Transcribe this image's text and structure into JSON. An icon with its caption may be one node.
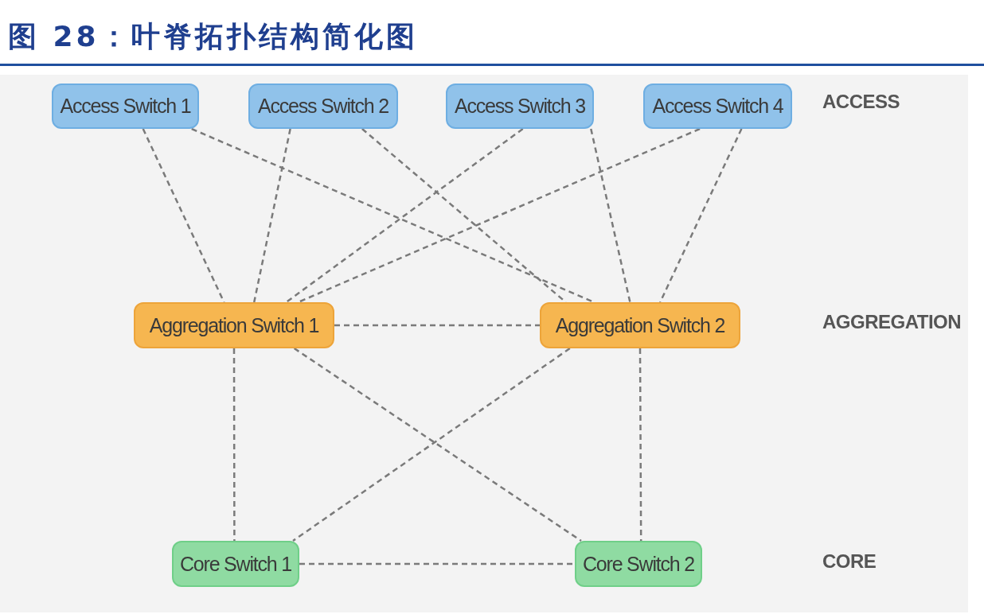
{
  "diagram": {
    "title": "图 28：叶脊拓扑结构简化图",
    "nodes": [
      {
        "text": [
          "Access Switch 1"
        ]
      },
      {
        "text": [
          "Access Switch 2"
        ]
      },
      {
        "text": [
          "Access Switch 3"
        ]
      },
      {
        "text": [
          "Access Switch 4"
        ]
      },
      {
        "text": [
          "Aggregation Switch 1"
        ]
      },
      {
        "text": [
          "Aggregation Switch 2"
        ]
      },
      {
        "text": [
          "Core Switch 1"
        ]
      },
      {
        "text": [
          "Core Switch 2"
        ]
      }
    ],
    "edges": [
      {
        "from": 0,
        "to": 4,
        "arrow": "none",
        "style": "dashed"
      },
      {
        "from": 0,
        "to": 5,
        "arrow": "none",
        "style": "dashed"
      },
      {
        "from": 1,
        "to": 4,
        "arrow": "none",
        "style": "dashed"
      },
      {
        "from": 1,
        "to": 5,
        "arrow": "none",
        "style": "dashed"
      },
      {
        "from": 2,
        "to": 4,
        "arrow": "none",
        "style": "dashed"
      },
      {
        "from": 2,
        "to": 5,
        "arrow": "none",
        "style": "dashed"
      },
      {
        "from": 3,
        "to": 4,
        "arrow": "none",
        "style": "dashed"
      },
      {
        "from": 3,
        "to": 5,
        "arrow": "none",
        "style": "dashed"
      },
      {
        "from": 4,
        "to": 5,
        "arrow": "none",
        "style": "dashed"
      },
      {
        "from": 4,
        "to": 6,
        "arrow": "none",
        "style": "dashed"
      },
      {
        "from": 4,
        "to": 7,
        "arrow": "none",
        "style": "dashed"
      },
      {
        "from": 5,
        "to": 6,
        "arrow": "none",
        "style": "dashed"
      },
      {
        "from": 5,
        "to": 7,
        "arrow": "none",
        "style": "dashed"
      },
      {
        "from": 6,
        "to": 7,
        "arrow": "none",
        "style": "dashed"
      }
    ],
    "labels": [
      "ACCESS",
      "AGGREGATION",
      "CORE"
    ]
  }
}
